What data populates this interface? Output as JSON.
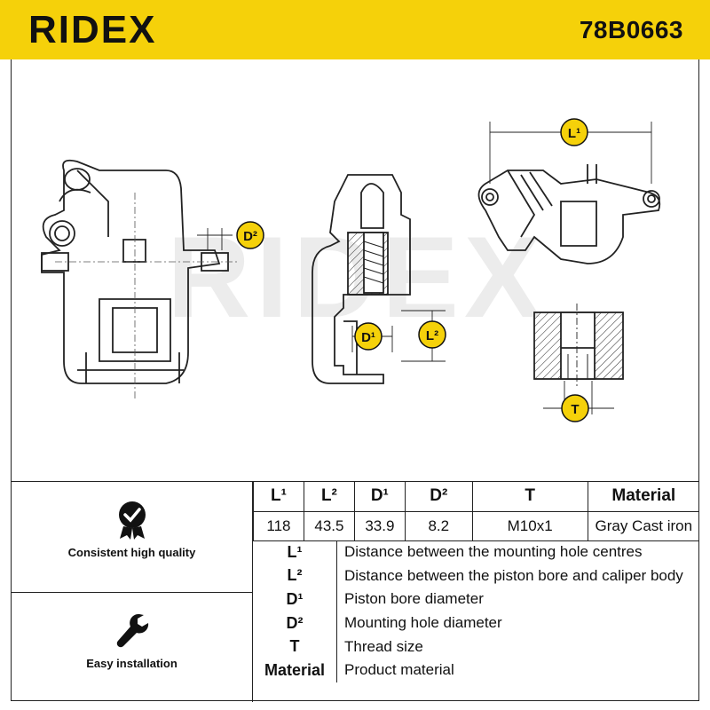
{
  "header": {
    "brand": "RIDEX",
    "part_number": "78B0663",
    "background": "#f5d10a"
  },
  "drawing": {
    "watermark": "RIDEX",
    "callouts": {
      "l1": "L¹",
      "l2": "L²",
      "d1": "D¹",
      "d2": "D²",
      "t": "T"
    }
  },
  "features": [
    {
      "icon": "checkmark-badge-icon",
      "label": "Consistent high quality"
    },
    {
      "icon": "wrench-icon",
      "label": "Easy installation"
    }
  ],
  "spec_table": {
    "headers": [
      "L¹",
      "L²",
      "D¹",
      "D²",
      "T",
      "Material"
    ],
    "values": [
      "118",
      "43.5",
      "33.9",
      "8.2",
      "M10x1",
      "Gray Cast iron"
    ]
  },
  "legend": [
    {
      "key": "L¹",
      "desc": "Distance between the mounting hole centres"
    },
    {
      "key": "L²",
      "desc": "Distance between the piston bore and caliper body"
    },
    {
      "key": "D¹",
      "desc": "Piston bore diameter"
    },
    {
      "key": "D²",
      "desc": "Mounting hole diameter"
    },
    {
      "key": "T",
      "desc": "Thread size"
    },
    {
      "key": "Material",
      "desc": "Product material"
    }
  ]
}
